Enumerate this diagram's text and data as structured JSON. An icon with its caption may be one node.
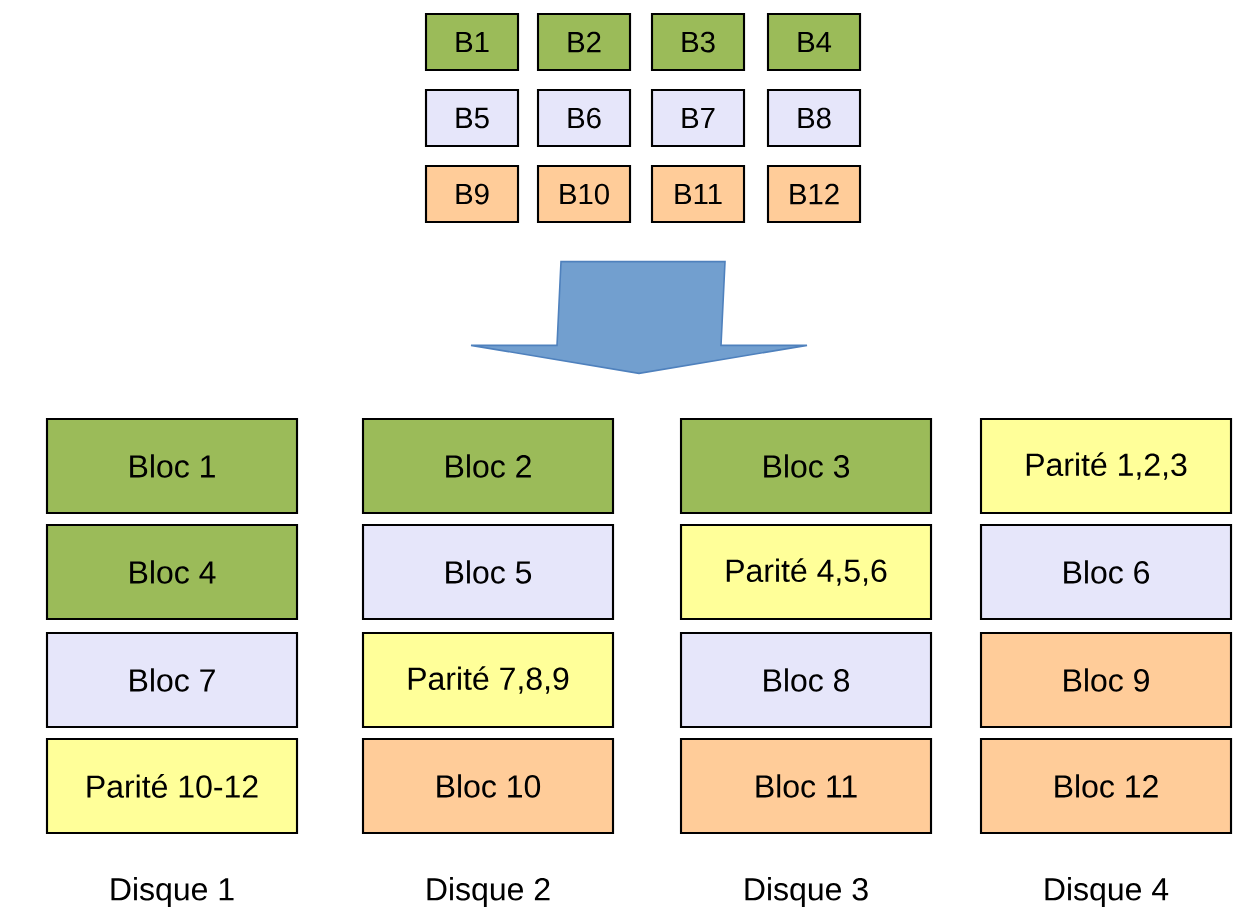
{
  "diagram": {
    "nodes": [
      {
        "text": [],
        "shape": "group"
      },
      {
        "text": [
          "B1"
        ],
        "in": 0
      },
      {
        "text": [
          "B2"
        ],
        "in": 0
      },
      {
        "text": [
          "B3"
        ],
        "in": 0
      },
      {
        "text": [
          "B4"
        ],
        "in": 0
      },
      {
        "text": [
          "B5"
        ],
        "in": 0
      },
      {
        "text": [
          "B6"
        ],
        "in": 0
      },
      {
        "text": [
          "B7"
        ],
        "in": 0
      },
      {
        "text": [
          "B8"
        ],
        "in": 0
      },
      {
        "text": [
          "B9"
        ],
        "in": 0
      },
      {
        "text": [
          "B10"
        ],
        "in": 0
      },
      {
        "text": [
          "B11"
        ],
        "in": 0
      },
      {
        "text": [
          "B12"
        ],
        "in": 0
      },
      {
        "text": [],
        "shape": "group"
      },
      {
        "text": [
          "Bloc 1"
        ],
        "in": 13
      },
      {
        "text": [
          "Bloc 2"
        ],
        "in": 13
      },
      {
        "text": [
          "Bloc 3"
        ],
        "in": 13
      },
      {
        "text": [
          "Parité 1,2,3"
        ],
        "in": 13
      },
      {
        "text": [
          "Bloc 4"
        ],
        "in": 13
      },
      {
        "text": [
          "Bloc 5"
        ],
        "in": 13
      },
      {
        "text": [
          "Parité 4,5,6"
        ],
        "in": 13
      },
      {
        "text": [
          "Bloc 6"
        ],
        "in": 13
      },
      {
        "text": [
          "Bloc 7"
        ],
        "in": 13
      },
      {
        "text": [
          "Parité 7,8,9"
        ],
        "in": 13
      },
      {
        "text": [
          "Bloc 8"
        ],
        "in": 13
      },
      {
        "text": [
          "Bloc 9"
        ],
        "in": 13
      },
      {
        "text": [
          "Parité 10-12"
        ],
        "in": 13
      },
      {
        "text": [
          "Bloc 10"
        ],
        "in": 13
      },
      {
        "text": [
          "Bloc 11"
        ],
        "in": 13
      },
      {
        "text": [
          "Bloc 12"
        ],
        "in": 13
      }
    ],
    "edges": [
      {
        "from": 0,
        "to": 13,
        "arrow": "to"
      }
    ],
    "labels": [
      "Disque 1",
      "Disque 2",
      "Disque 3",
      "Disque 4"
    ]
  }
}
